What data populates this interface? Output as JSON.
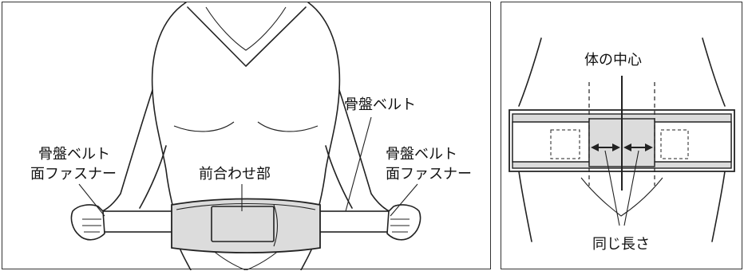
{
  "left_panel": {
    "label_pelvic_belt_top": "骨盤ベルト",
    "label_fastener_left_line1": "骨盤ベルト",
    "label_fastener_left_line2": "面ファスナー",
    "label_front_join": "前合わせ部",
    "label_fastener_right_line1": "骨盤ベルト",
    "label_fastener_right_line2": "面ファスナー"
  },
  "right_panel": {
    "label_body_center": "体の中心",
    "label_same_length": "同じ長さ"
  },
  "colors": {
    "belt_fill": "#dcdcdc",
    "outline": "#222222",
    "background": "#ffffff"
  }
}
